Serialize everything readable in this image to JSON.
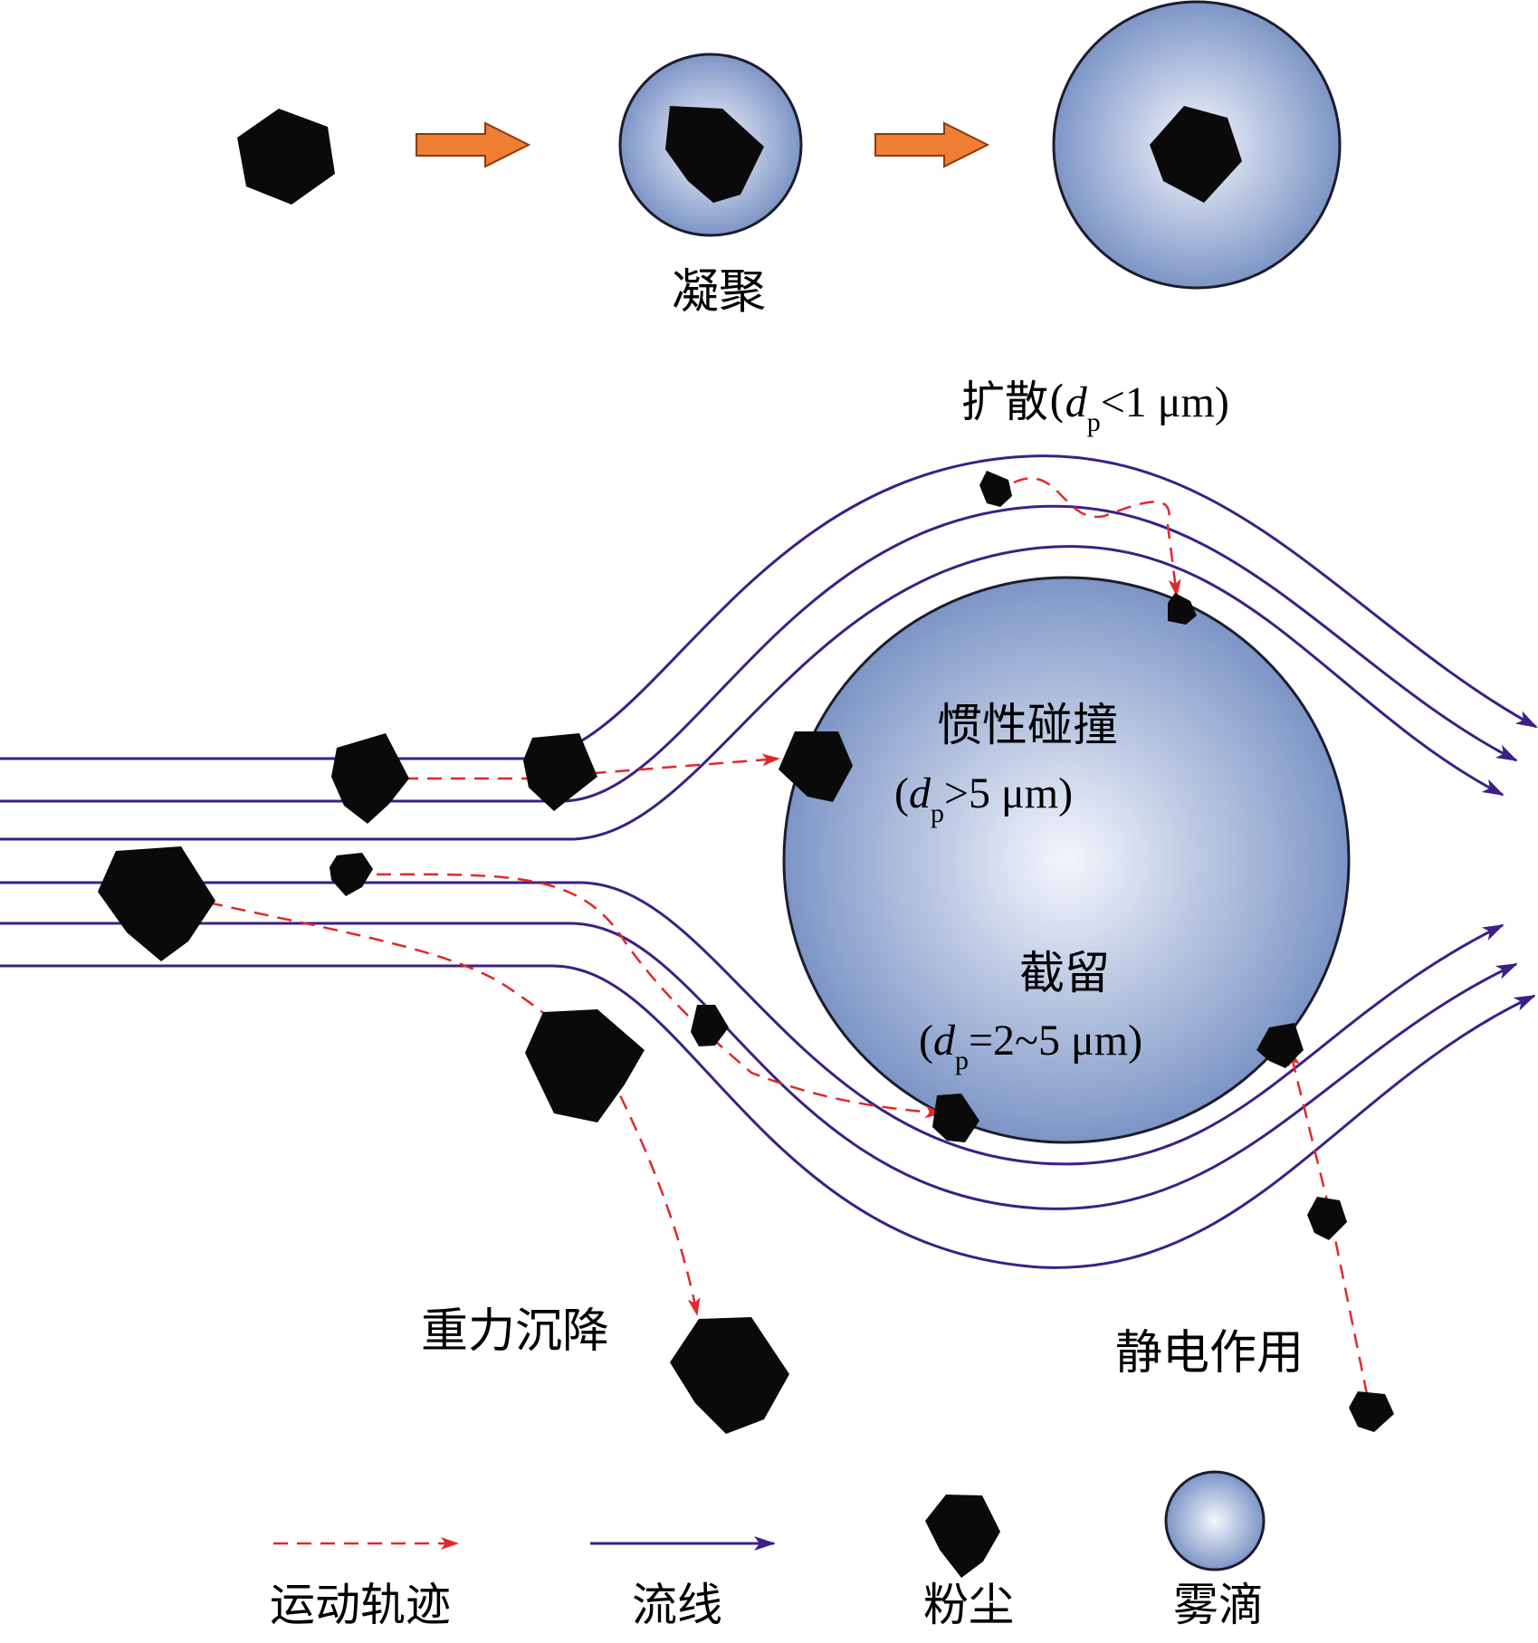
{
  "colors": {
    "streamline": "#3d1f86",
    "trajectory": "#e0282c",
    "arrow_fill": "#ef7d32",
    "arrow_stroke": "#8a3b10",
    "particle": "#0a0a0a",
    "droplet_center": "#f4f6fc",
    "droplet_edge": "#7d95c6",
    "droplet_outline": "#1c1c2e"
  },
  "labels": {
    "condensation": "凝聚",
    "diffusion": {
      "prefix": "扩散(",
      "d": "d",
      "sub": "p",
      "rest": "<1 μm)"
    },
    "inertial": {
      "title": "惯性碰撞",
      "paren": {
        "prefix": "(",
        "d": "d",
        "sub": "p",
        "rest": ">5 μm)"
      }
    },
    "interception": {
      "title": "截留",
      "paren": {
        "prefix": "(",
        "d": "d",
        "sub": "p",
        "rest": "=2~5 μm)"
      }
    },
    "gravity": "重力沉降",
    "electrostatic": "静电作用"
  },
  "legend": {
    "trajectory": "运动轨迹",
    "streamline": "流线",
    "dust": "粉尘",
    "droplet": "雾滴"
  },
  "icons": {
    "dust": "dust-particle-icon",
    "droplet": "fog-droplet-icon",
    "process_arrow": "orange-arrow-icon"
  }
}
